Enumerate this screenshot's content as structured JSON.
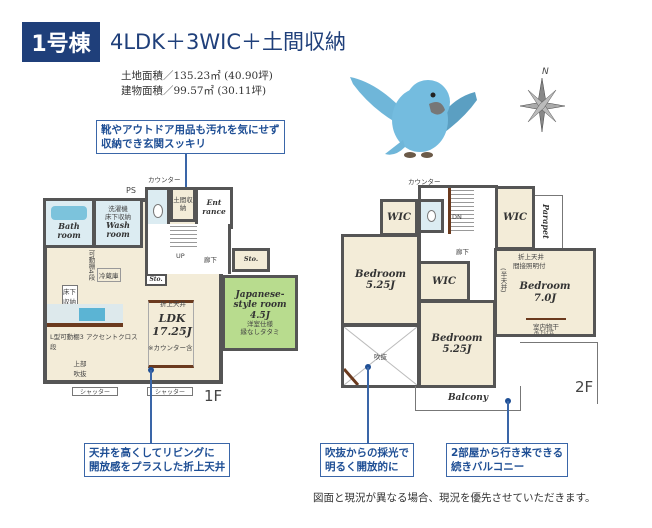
{
  "header": {
    "badge": "1号棟",
    "plan": "4LDK＋3WIC＋土間収納"
  },
  "areas": {
    "land": "土地面積／135.23㎡ (40.90坪)",
    "building": "建物面積／99.57㎡ (30.11坪)"
  },
  "compass": {
    "label": "N"
  },
  "callouts": [
    {
      "line1": "靴やアウトドア用品も汚れを気にせず",
      "line2": "収納でき玄関スッキリ"
    },
    {
      "line1": "天井を高くしてリビングに",
      "line2": "開放感をプラスした折上天井"
    },
    {
      "line1": "吹抜からの採光で",
      "line2": "明るく開放的に"
    },
    {
      "line1": "2部屋から行き来できる",
      "line2": "続きバルコニー"
    }
  ],
  "floor1": {
    "label": "1F",
    "counter": "カウンター",
    "ps": "PS",
    "bath": "Bath room",
    "laundry": "洗濯機",
    "underfloor": "床下収納",
    "wash": "Wash room",
    "doma": "土間収納",
    "entrance": "Ent rance",
    "up": "UP",
    "hall": "廊下",
    "sto": "Sto.",
    "shelf": "可動棚4段",
    "fridge": "冷蔵庫",
    "underfloor2": "床下収納",
    "l_shelf": "L型可動棚3段",
    "accent": "アクセントクロス",
    "void": "上部吹抜",
    "ldk_ceiling": "折上天井",
    "ldk": "LDK",
    "ldk_size": "17.25J",
    "ldk_note": "※カウンター含",
    "japanese": "Japanese-style room",
    "japanese_size": "4.5J",
    "japanese_note1": "洋室仕様",
    "japanese_note2": "縁なしタタミ",
    "shutter": "シャッター"
  },
  "floor2": {
    "label": "2F",
    "counter": "カウンター",
    "dn": "DN",
    "wic": "WIC",
    "parapet": "Parapet",
    "hall": "廊下",
    "bedroom": "Bedroom",
    "size_a": "5.25J",
    "size_b": "5.25J",
    "size_c": "7.0J",
    "half_ceiling": "(半天井)",
    "ceiling_note1": "折上天井",
    "ceiling_note2": "間接照明付",
    "drying": "室内物干",
    "drying_note": "吊下げ式",
    "void": "吹抜",
    "balcony": "Balcony"
  },
  "note": "図面と現況が異なる場合、現況を優先させていただきます。",
  "colors": {
    "navy": "#1f3f7a",
    "callout": "#3a66a8",
    "wall": "#555555",
    "beige": "#f3ecd8",
    "tatami": "#b8dc8e",
    "bird": "#6fb6d9"
  }
}
